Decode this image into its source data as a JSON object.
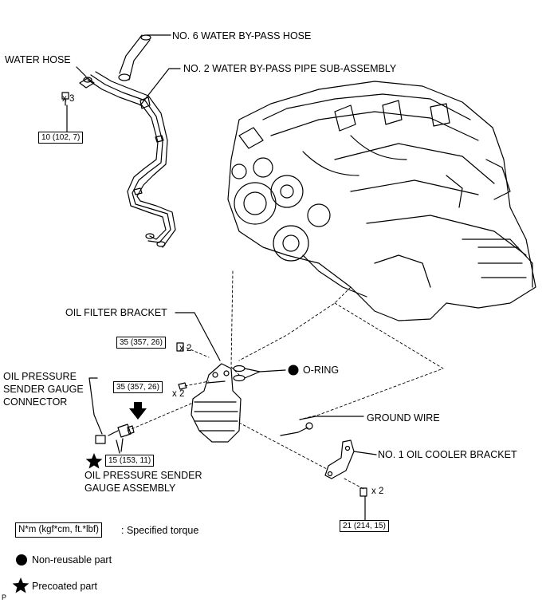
{
  "labels": {
    "bypass_hose": "NO. 6 WATER BY-PASS HOSE",
    "water_hose": "WATER HOSE",
    "bypass_pipe": "NO. 2 WATER BY-PASS PIPE SUB-ASSEMBLY",
    "oil_filter_bracket": "OIL FILTER BRACKET",
    "oring": "O-RING",
    "oil_pressure_connector": [
      "OIL PRESSURE",
      "SENDER GAUGE",
      "CONNECTOR"
    ],
    "ground_wire": "GROUND WIRE",
    "oil_cooler_bracket": "NO. 1 OIL COOLER BRACKET",
    "sender_gauge_assembly": [
      "OIL PRESSURE SENDER",
      "GAUGE ASSEMBLY"
    ]
  },
  "torques": {
    "water_pipe": "10 (102, 7)",
    "bracket_upper": "35 (357, 26)",
    "bracket_lower": "35 (357, 26)",
    "sender_gauge": "15 (153, 11)",
    "cooler_bracket": "21 (214, 15)"
  },
  "quantities": {
    "water_pipe": "x 3",
    "bracket_upper": "x 2",
    "bracket_lower": "x 2",
    "cooler_bracket": "x 2"
  },
  "legend": {
    "torque_box": "N*m (kgf*cm, ft.*lbf)",
    "torque_text": ": Specified torque",
    "nonreusable_text": "Non-reusable part",
    "precoated_text": "Precoated part"
  },
  "corner_mark": "P"
}
